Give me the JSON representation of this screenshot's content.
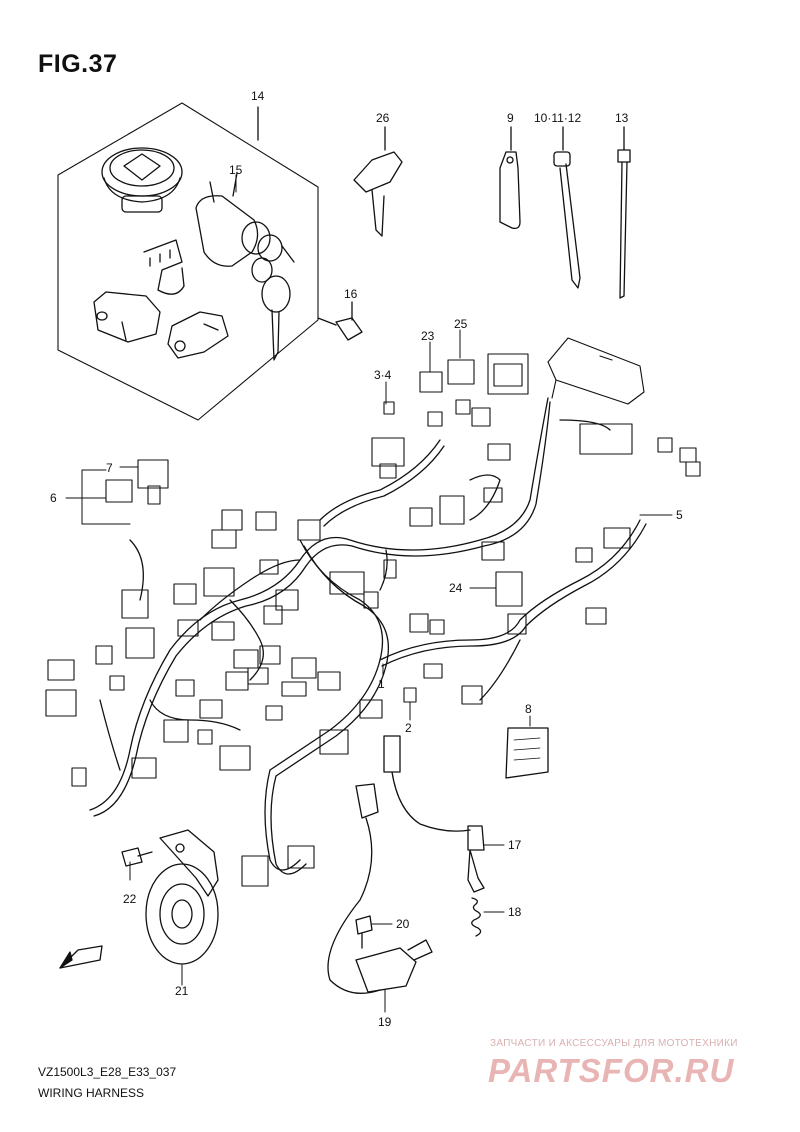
{
  "figure": {
    "title": "FIG.37",
    "code": "VZ1500L3_E28_E33_037",
    "caption": "WIRING HARNESS",
    "fwd_label": "FWD"
  },
  "callouts": [
    {
      "id": "c14",
      "label": "14"
    },
    {
      "id": "c15",
      "label": "15"
    },
    {
      "id": "c16",
      "label": "16"
    },
    {
      "id": "c26",
      "label": "26"
    },
    {
      "id": "c9",
      "label": "9"
    },
    {
      "id": "c101112",
      "label": "10·11·12"
    },
    {
      "id": "c13",
      "label": "13"
    },
    {
      "id": "c23",
      "label": "23"
    },
    {
      "id": "c25",
      "label": "25"
    },
    {
      "id": "c34",
      "label": "3·4"
    },
    {
      "id": "c7",
      "label": "7"
    },
    {
      "id": "c6",
      "label": "6"
    },
    {
      "id": "c5",
      "label": "5"
    },
    {
      "id": "c24",
      "label": "24"
    },
    {
      "id": "c1",
      "label": "1"
    },
    {
      "id": "c2",
      "label": "2"
    },
    {
      "id": "c8",
      "label": "8"
    },
    {
      "id": "c17",
      "label": "17"
    },
    {
      "id": "c18",
      "label": "18"
    },
    {
      "id": "c20",
      "label": "20"
    },
    {
      "id": "c22",
      "label": "22"
    },
    {
      "id": "c21",
      "label": "21"
    },
    {
      "id": "c19",
      "label": "19"
    }
  ],
  "watermark": {
    "tagline": "ЗАПЧАСТИ И АКСЕССУАРЫ ДЛЯ МОТОТЕХНИКИ",
    "logo": "PARTSFOR.RU"
  }
}
